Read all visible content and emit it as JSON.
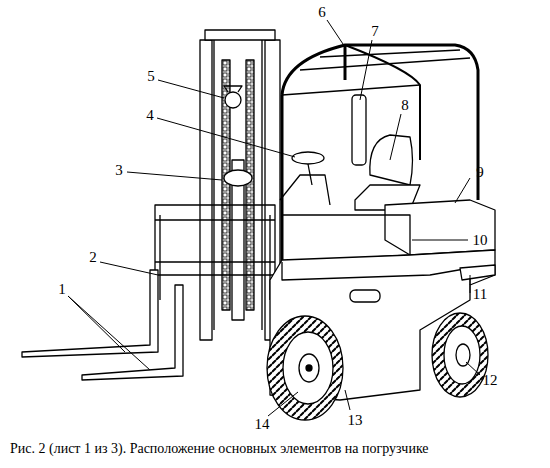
{
  "diagram": {
    "caption": "Рис. 2 (лист 1 из 3). Расположение основных элементов на погрузчике",
    "labels": [
      "1",
      "2",
      "3",
      "4",
      "5",
      "6",
      "7",
      "8",
      "9",
      "10",
      "11",
      "12",
      "13",
      "14"
    ]
  }
}
